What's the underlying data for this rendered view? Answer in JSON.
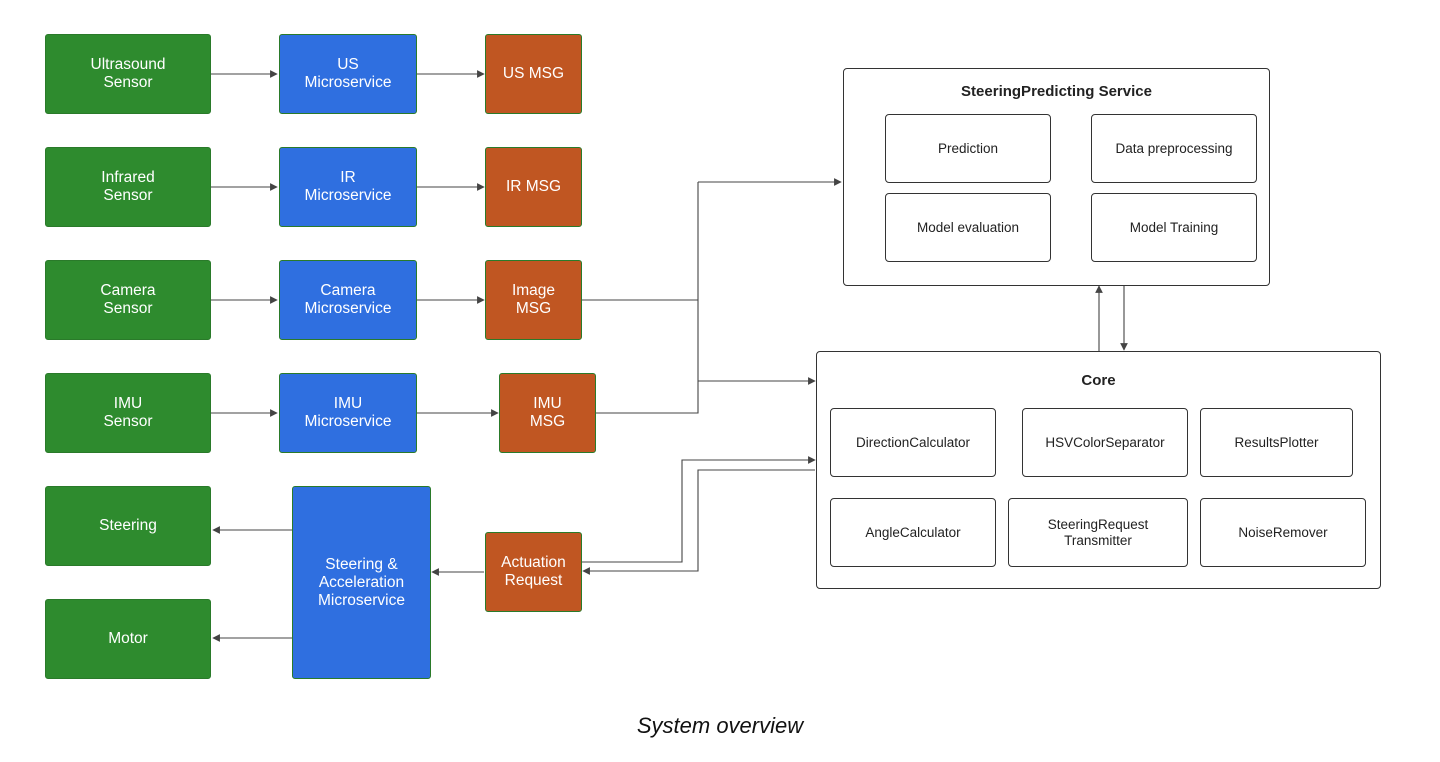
{
  "sensors": [
    {
      "id": "ultrasound-sensor",
      "label": "Ultrasound\nSensor"
    },
    {
      "id": "infrared-sensor",
      "label": "Infrared\nSensor"
    },
    {
      "id": "camera-sensor",
      "label": "Camera\nSensor"
    },
    {
      "id": "imu-sensor",
      "label": "IMU\nSensor"
    },
    {
      "id": "steering-output",
      "label": "Steering"
    },
    {
      "id": "motor-output",
      "label": "Motor"
    }
  ],
  "microservices": [
    {
      "id": "us-microservice",
      "label": "US\nMicroservice"
    },
    {
      "id": "ir-microservice",
      "label": "IR\nMicroservice"
    },
    {
      "id": "camera-microservice",
      "label": "Camera\nMicroservice"
    },
    {
      "id": "imu-microservice",
      "label": "IMU\nMicroservice"
    },
    {
      "id": "steering-acceleration-microservice",
      "label": "Steering &\nAcceleration\nMicroservice"
    }
  ],
  "messages": [
    {
      "id": "us-msg",
      "label": "US MSG"
    },
    {
      "id": "ir-msg",
      "label": "IR MSG"
    },
    {
      "id": "image-msg",
      "label": "Image\nMSG"
    },
    {
      "id": "imu-msg",
      "label": "IMU\nMSG"
    },
    {
      "id": "actuation-request",
      "label": "Actuation\nRequest"
    }
  ],
  "steering_service": {
    "title": "SteeringPredicting Service",
    "modules": [
      "Prediction",
      "Data preprocessing",
      "Model evaluation",
      "Model Training"
    ]
  },
  "core": {
    "title": "Core",
    "modules": [
      "DirectionCalculator",
      "HSVColorSeparator",
      "ResultsPlotter",
      "AngleCalculator",
      "SteeringRequest\nTransmitter",
      "NoiseRemover"
    ]
  },
  "colors": {
    "sensor": "#2e8b2e",
    "microservice": "#2f6fe0",
    "message": "#c05622",
    "line": "#444444"
  },
  "caption": "System overview"
}
